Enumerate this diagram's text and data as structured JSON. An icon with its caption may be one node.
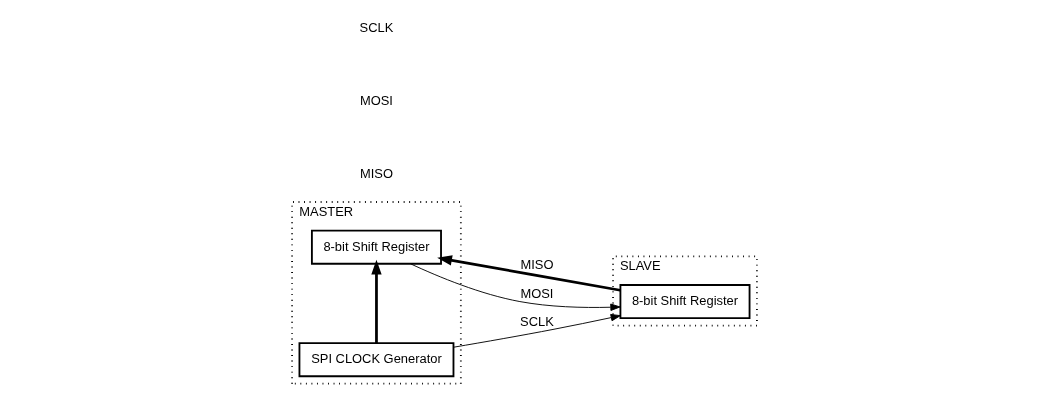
{
  "diagram": {
    "nodes": [
      {
        "text": [
          "MASTER"
        ]
      },
      {
        "text": [
          "8-bit Shift Register"
        ],
        "in": 0
      },
      {
        "text": [
          "SPI CLOCK Generator"
        ],
        "in": 0
      },
      {
        "text": [
          "SLAVE"
        ]
      },
      {
        "text": [
          "8-bit Shift Register"
        ],
        "in": 3
      }
    ],
    "edges": [
      {
        "from": 4,
        "to": 1,
        "arrow": "to",
        "label": "MISO",
        "style": "thick"
      },
      {
        "from": 1,
        "to": 4,
        "arrow": "to",
        "label": "MOSI"
      },
      {
        "from": 2,
        "to": 1,
        "arrow": "to",
        "style": "thick"
      },
      {
        "from": 2,
        "to": 4,
        "arrow": "to",
        "label": "SCLK"
      }
    ],
    "labels": [
      "MISO",
      "MOSI",
      "SCLK"
    ]
  }
}
